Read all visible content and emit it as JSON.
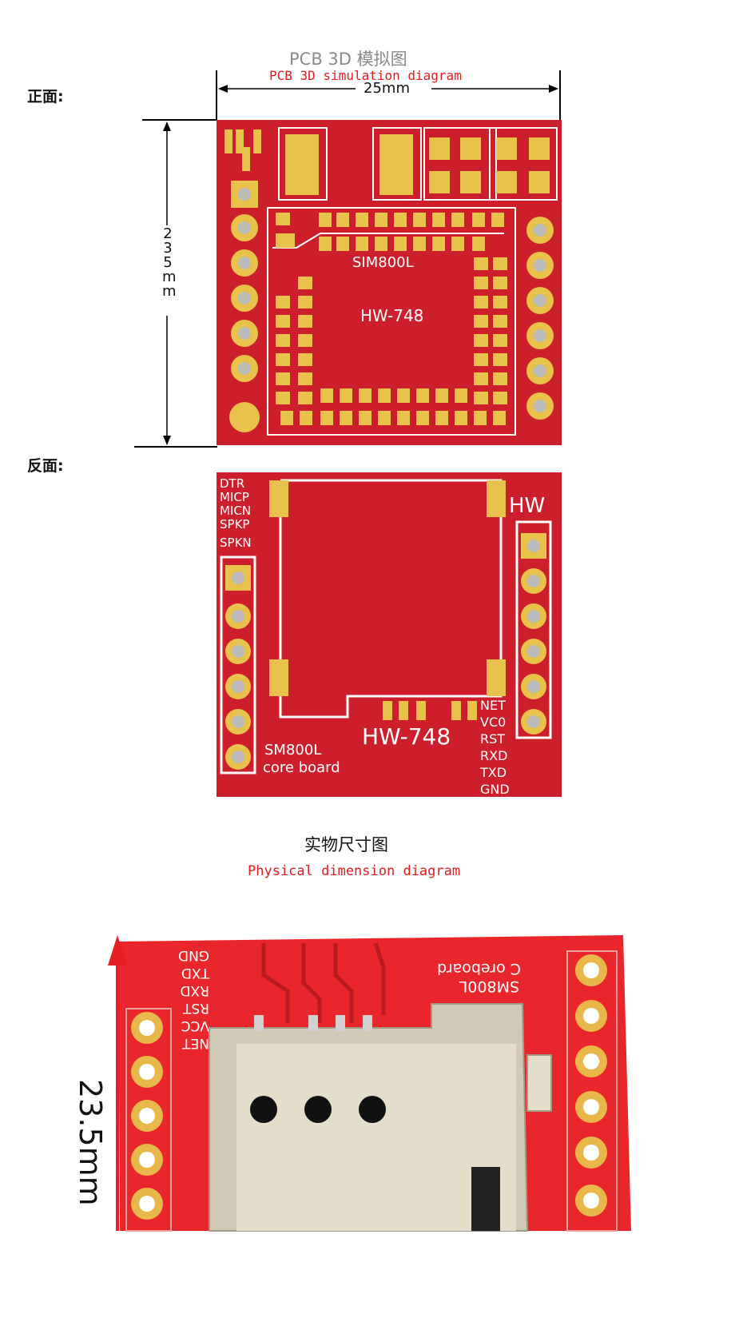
{
  "header": {
    "title_cn": "PCB 3D 模拟图",
    "title_en": "PCB 3D simulation diagram"
  },
  "front": {
    "label": "正面:",
    "width_dim": "25mm",
    "height_dim_chars": [
      "2",
      "3",
      "5",
      "m",
      "m"
    ],
    "chip_label": "SIM800L",
    "model_label": "HW-748"
  },
  "back": {
    "label": "反面:",
    "left_pins": [
      "DTR",
      "MICP",
      "MICN",
      "SPKP",
      "SPKN"
    ],
    "right_pins": [
      "NET",
      "VC0",
      "RST",
      "RXD",
      "TXD",
      "GND"
    ],
    "brand": "HW",
    "model_label": "HW-748",
    "board_name_line1": "SM800L",
    "board_name_line2": "core board"
  },
  "physical": {
    "title_cn": "实物尺寸图",
    "title_en": "Physical dimension diagram",
    "dim_label": "23.5mm",
    "mirrored_pins": [
      "GND",
      "TXD",
      "RXD",
      "RST",
      "VCC",
      "NET"
    ],
    "mirrored_board_line1": "SM800L",
    "mirrored_board_line2": "C oreboard"
  },
  "colors": {
    "pcb_red": "#cc1f2b",
    "pad_gold": "#e8c24a",
    "silk_white": "#ffffff",
    "physical_red": "#e8262b"
  }
}
